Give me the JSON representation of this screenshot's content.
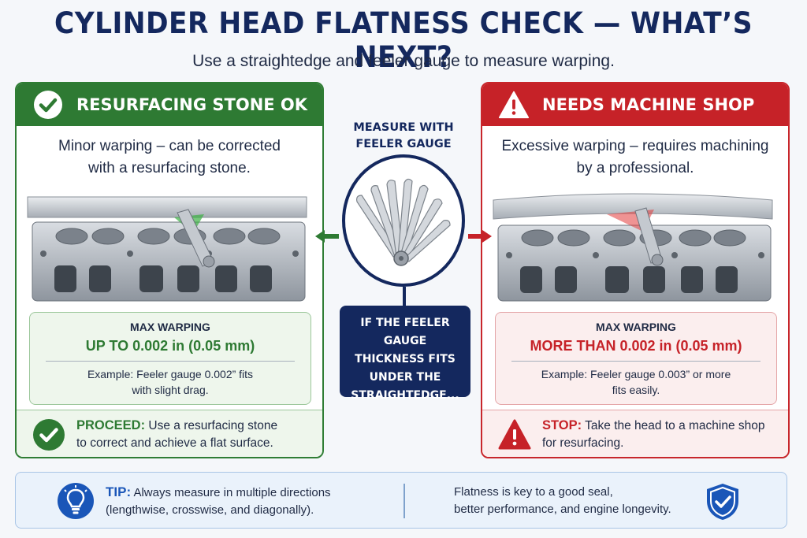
{
  "title": "CYLINDER HEAD FLATNESS CHECK — WHAT’S NEXT?",
  "subtitle": "Use a straightedge and feeler gauge to measure warping.",
  "left_panel": {
    "heading": "RESURFACING STONE OK",
    "heading_icon": "check-circle-icon",
    "description_line1": "Minor warping – can be corrected",
    "description_line2": "with a resurfacing stone.",
    "spec_label": "MAX WARPING",
    "spec_value": "UP TO 0.002 in (0.05 mm)",
    "example_line1": "Example: Feeler gauge 0.002” fits",
    "example_line2": "with slight drag.",
    "action_keyword": "PROCEED:",
    "action_text1": " Use a resurfacing stone",
    "action_text2": "to correct and achieve a flat surface.",
    "color": "#2e7a33"
  },
  "right_panel": {
    "heading": "NEEDS MACHINE SHOP",
    "heading_icon": "warning-triangle-icon",
    "description_line1": "Excessive warping – requires machining",
    "description_line2": "by a professional.",
    "spec_label": "MAX WARPING",
    "spec_value": "MORE THAN 0.002 in (0.05 mm)",
    "example_line1": "Example: Feeler gauge 0.003” or more",
    "example_line2": "fits easily.",
    "action_keyword": "STOP:",
    "action_text1": " Take the head to a machine shop",
    "action_text2": "for resurfacing.",
    "color": "#c62228"
  },
  "center": {
    "label_line1": "MEASURE WITH",
    "label_line2": "FEELER GAUGE",
    "gauge_icon": "feeler-gauge-icon",
    "decision_line1": "IF THE FEELER GAUGE",
    "decision_line2": "THICKNESS FITS",
    "decision_line3": "UNDER THE",
    "decision_line4": "STRAIGHTEDGE..."
  },
  "tip": {
    "icon": "lightbulb-icon",
    "keyword": "TIP:",
    "text1": " Always measure in multiple directions",
    "text2": "(lengthwise, crosswise, and diagonally).",
    "right_line1": "Flatness is key to a good seal,",
    "right_line2": "better performance, and engine longevity.",
    "right_icon": "shield-check-icon"
  }
}
